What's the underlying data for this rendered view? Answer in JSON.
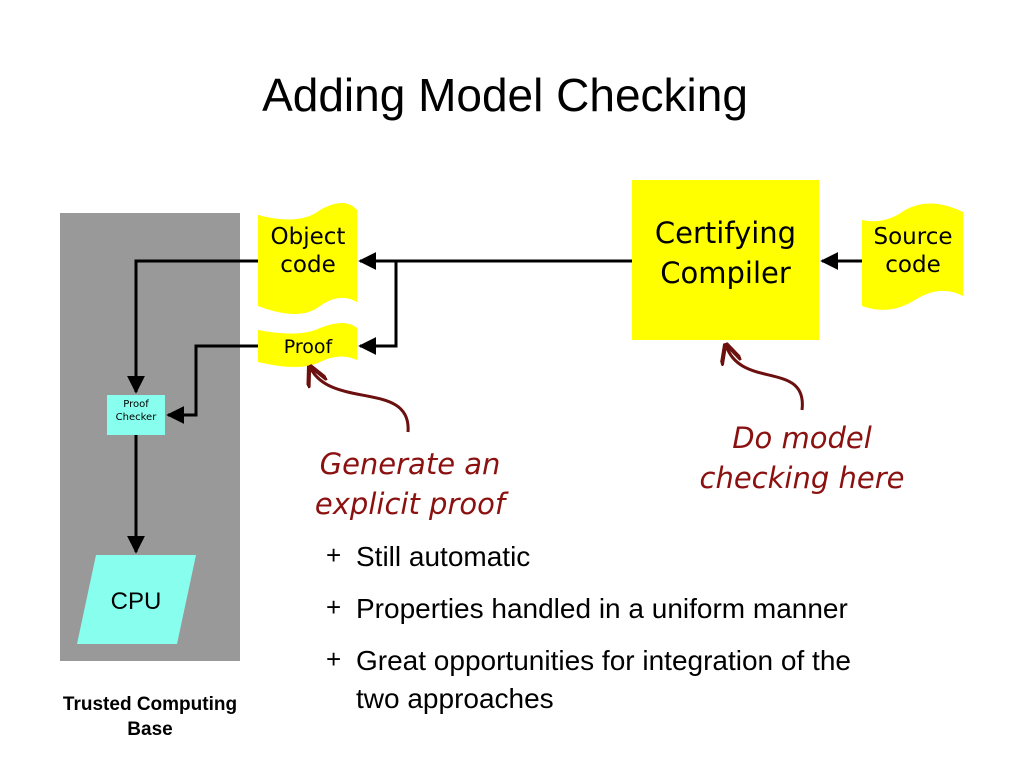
{
  "slide": {
    "title": "Adding Model Checking"
  },
  "boxes": {
    "object_code": "Object code",
    "object_code_line1": "Object",
    "object_code_line2": "code",
    "proof": "Proof",
    "compiler_line1": "Certifying",
    "compiler_line2": "Compiler",
    "source_line1": "Source",
    "source_line2": "code",
    "proof_checker_line1": "Proof",
    "proof_checker_line2": "Checker",
    "cpu": "CPU"
  },
  "tcb": {
    "line1": "Trusted Computing",
    "line2": "Base"
  },
  "notes": {
    "proof_note_line1": "Generate an",
    "proof_note_line2": "explicit proof",
    "model_note_line1": "Do model",
    "model_note_line2": "checking here"
  },
  "bullets": {
    "marker": "+",
    "items": [
      "Still automatic",
      "Properties handled in a uniform manner",
      "Great opportunities for integration of the",
      "two approaches"
    ]
  },
  "colors": {
    "tcb_fill": "#999999",
    "yellow_fill": "#ffff00",
    "cyan_fill": "#88ffee",
    "note_color": "#8b1010",
    "arrow_color": "#000000"
  }
}
